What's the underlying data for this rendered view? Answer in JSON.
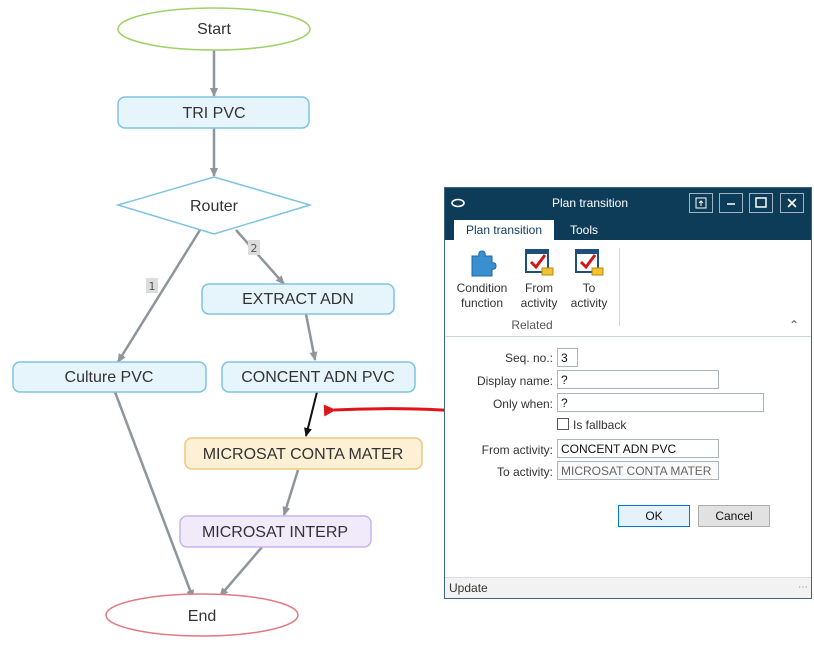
{
  "flow": {
    "nodes": {
      "start": "Start",
      "tri": "TRI PVC",
      "router": "Router",
      "extract": "EXTRACT ADN",
      "culture": "Culture PVC",
      "concent": "CONCENT ADN PVC",
      "microsat_conta": "MICROSAT CONTA MATER",
      "microsat_interp": "MICROSAT INTERP",
      "end": "End"
    },
    "edge_labels": {
      "e1": "1",
      "e2": "2"
    }
  },
  "dialog": {
    "title": "Plan transition",
    "tabs": {
      "plan": "Plan transition",
      "tools": "Tools"
    },
    "ribbon": {
      "condition_line1": "Condition",
      "condition_line2": "function",
      "from_line1": "From",
      "from_line2": "activity",
      "to_line1": "To",
      "to_line2": "activity",
      "group": "Related"
    },
    "fields": {
      "seq_label": "Seq. no.:",
      "seq_value": "3",
      "display_label": "Display name:",
      "display_value": "?",
      "only_label": "Only when:",
      "only_value": "?",
      "fallback_label": "Is fallback",
      "from_label": "From activity:",
      "from_value": "CONCENT ADN PVC",
      "to_label": "To activity:",
      "to_value": "MICROSAT CONTA MATER"
    },
    "buttons": {
      "ok": "OK",
      "cancel": "Cancel"
    },
    "status": "Update"
  },
  "colors": {
    "titlebar": "#0d3c58",
    "highlight": "#e0141c",
    "activity_fill": "#e6f4fb",
    "activity_stroke": "#7ec4e0"
  }
}
